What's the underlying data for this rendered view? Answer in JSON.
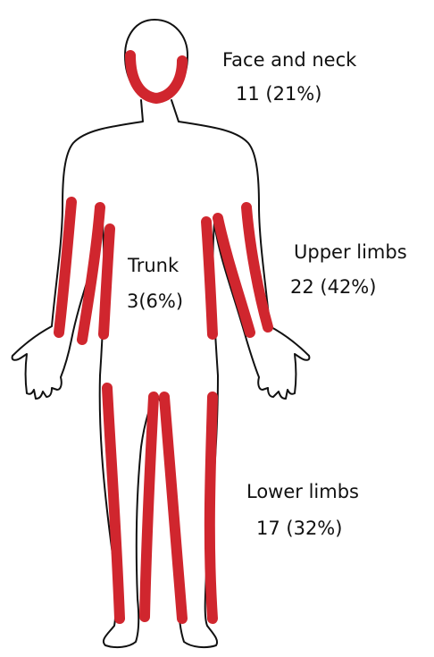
{
  "regions": [
    {
      "id": "face",
      "name": "Face and neck",
      "value": "11 (21%)"
    },
    {
      "id": "trunk",
      "name": "Trunk",
      "value": "3(6%)"
    },
    {
      "id": "upper",
      "name": "Upper limbs",
      "value": "22 (42%)"
    },
    {
      "id": "lower",
      "name": "Lower limbs",
      "value": "17 (32%)"
    }
  ],
  "colors": {
    "highlight": "#d0262e",
    "outline": "#111111"
  },
  "icons": {
    "body": "human-body-outline-icon"
  }
}
